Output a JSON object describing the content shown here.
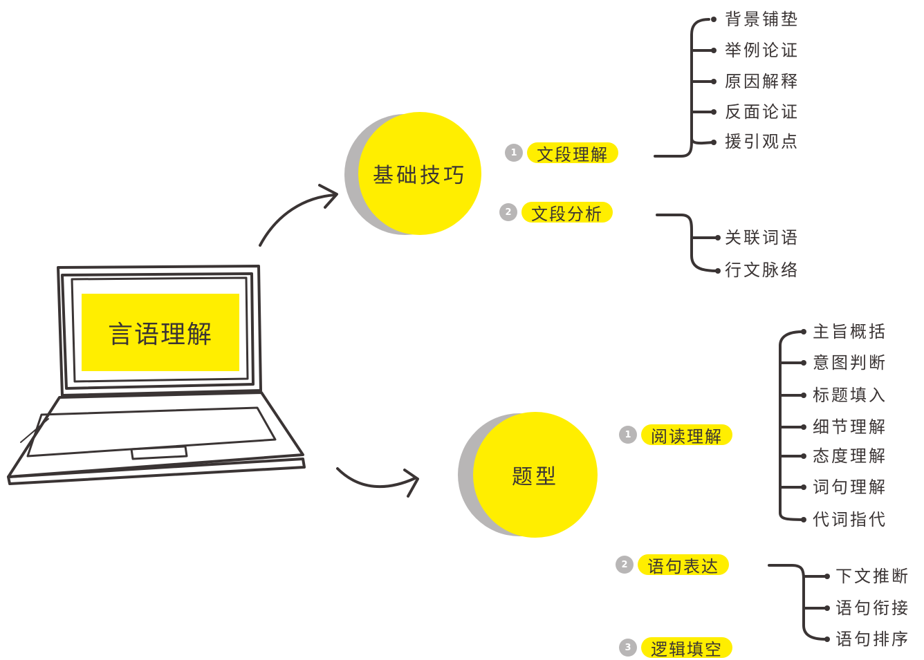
{
  "center": {
    "label": "言语理解"
  },
  "branches": [
    {
      "label": "基础技巧",
      "subs": [
        {
          "num": "1",
          "label": "文段理解",
          "items": [
            "背景铺垫",
            "举例论证",
            "原因解释",
            "反面论证",
            "援引观点"
          ]
        },
        {
          "num": "2",
          "label": "文段分析",
          "items": [
            "关联词语",
            "行文脉络"
          ]
        }
      ]
    },
    {
      "label": "题型",
      "subs": [
        {
          "num": "1",
          "label": "阅读理解",
          "items": [
            "主旨概括",
            "意图判断",
            "标题填入",
            "细节理解",
            "态度理解",
            "词句理解",
            "代词指代"
          ]
        },
        {
          "num": "2",
          "label": "语句表达",
          "items": [
            "下文推断",
            "语句衔接",
            "语句排序"
          ]
        },
        {
          "num": "3",
          "label": "逻辑填空",
          "items": []
        }
      ]
    }
  ],
  "colors": {
    "accent": "#ffee00",
    "shadow": "#b8b6b6",
    "ink": "#3a3434"
  }
}
